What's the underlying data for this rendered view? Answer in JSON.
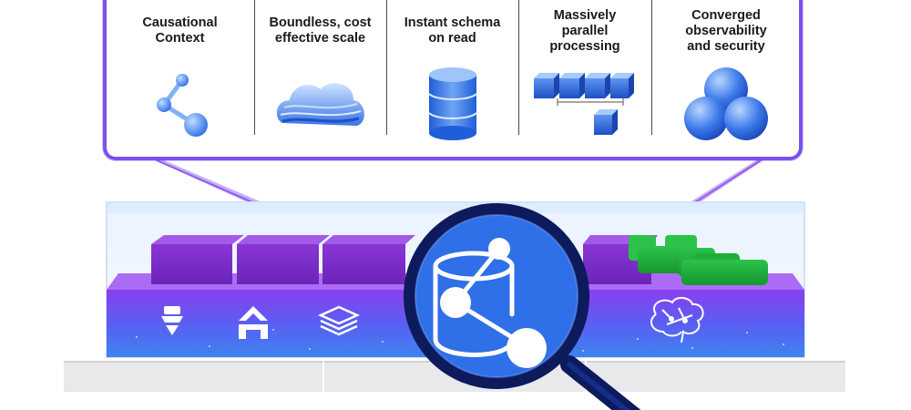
{
  "features": [
    {
      "id": "causational-context",
      "label": "Causational\nContext",
      "icon": "network-nodes-icon"
    },
    {
      "id": "boundless-scale",
      "label": "Boundless, cost\neffective scale",
      "icon": "cloud-layers-icon"
    },
    {
      "id": "instant-schema",
      "label": "Instant schema\non read",
      "icon": "database-cylinder-icon"
    },
    {
      "id": "parallel-processing",
      "label": "Massively\nparallel\nprocessing",
      "icon": "cube-chain-icon"
    },
    {
      "id": "converged-observability",
      "label": "Converged\nobservability\nand security",
      "icon": "three-spheres-icon"
    }
  ],
  "platform_icons": [
    "security-agent-icon",
    "stack-arrow-icon",
    "layers-icon",
    "ai-brain-icon"
  ],
  "colors": {
    "panel_border": "#7b4ff0",
    "purple_blocks": "#7c2fc9",
    "green_blocks": "#1fb33a",
    "platform_blue": "#3b6ff0",
    "magnifier": "#2f6fe8",
    "magnifier_ring": "#0d1a5c"
  }
}
